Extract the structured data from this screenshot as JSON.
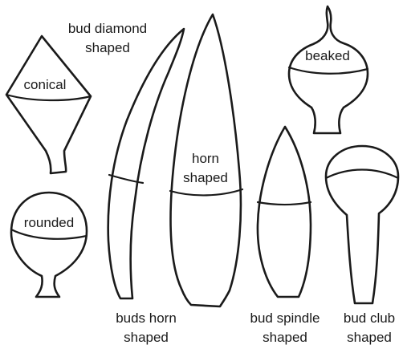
{
  "labels": {
    "bud_diamond": [
      "bud diamond",
      "shaped"
    ],
    "conical": "conical",
    "rounded": "rounded",
    "buds_horn": [
      "buds horn",
      "shaped"
    ],
    "horn": [
      "horn",
      "shaped"
    ],
    "beaked": "beaked",
    "bud_spindle": [
      "bud spindle",
      "shaped"
    ],
    "bud_club": [
      "bud club",
      "shaped"
    ]
  },
  "colors": {
    "ink": "#1a1a1a",
    "background": "#ffffff"
  }
}
